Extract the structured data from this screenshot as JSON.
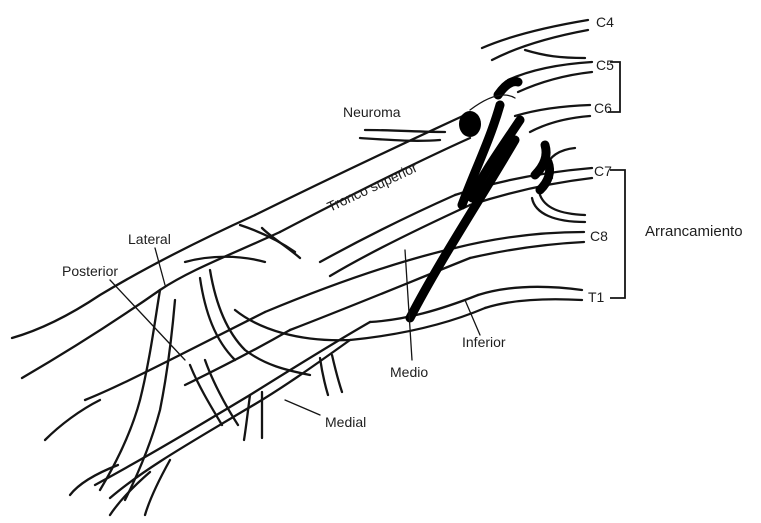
{
  "roots": [
    "C4",
    "C5",
    "C6",
    "C7",
    "C8",
    "T1"
  ],
  "labels": {
    "neuroma": "Neuroma",
    "tronco_superior": "Tronco superior",
    "lateral": "Lateral",
    "posterior": "Posterior",
    "medio": "Medio",
    "inferior": "Inferior",
    "medial": "Medial",
    "arrancamiento": "Arrancamiento"
  }
}
